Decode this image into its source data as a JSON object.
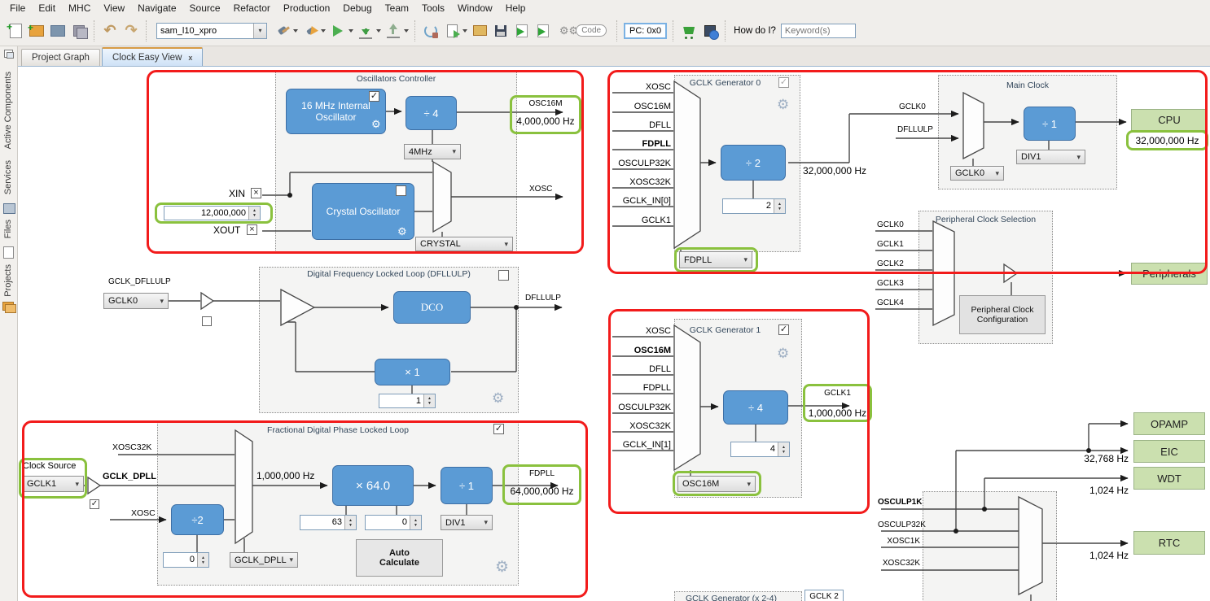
{
  "menu": [
    "File",
    "Edit",
    "MHC",
    "View",
    "Navigate",
    "Source",
    "Refactor",
    "Production",
    "Debug",
    "Team",
    "Tools",
    "Window",
    "Help"
  ],
  "toolbar": {
    "project_select": "sam_l10_xpro",
    "code_badge": "Code",
    "pc_label": "PC: 0x0",
    "how_do_i": "How do I?",
    "keyword_placeholder": "Keyword(s)"
  },
  "sidebar": [
    "Active Components",
    "Services",
    "Files",
    "Projects"
  ],
  "tabs": [
    "Project Graph",
    "Clock Easy View"
  ],
  "osc": {
    "title": "Oscillators Controller",
    "internal_osc": "16 MHz Internal Oscillator",
    "div4": "÷ 4",
    "freq_dd": "4MHz",
    "out_name": "OSC16M",
    "out_freq": "4,000,000 Hz",
    "xin": "XIN",
    "xout": "XOUT",
    "xin_freq": "12,000,000",
    "crystal": "Crystal Oscillator",
    "mode_dd": "CRYSTAL",
    "xosc_out": "XOSC"
  },
  "dfllulp": {
    "ref_label": "GCLK_DFLLULP",
    "ref_dd": "GCLK0",
    "title": "Digital Frequency Locked Loop (DFLLULP)",
    "dco": "DCO",
    "mult": "× 1",
    "mult_val": "1",
    "out": "DFLLULP"
  },
  "fdpll": {
    "title": "Fractional Digital Phase Locked Loop",
    "clock_source": "Clock Source",
    "clock_source_dd": "GCLK1",
    "gclk_dpll": "GCLK_DPLL",
    "in_xosc32k": "XOSC32K",
    "in_xosc": "XOSC",
    "div2": "÷2",
    "div2_val": "0",
    "ref_dd": "GCLK_DPLL",
    "ref_freq": "1,000,000 Hz",
    "mult": "× 64.0",
    "mult_int": "63",
    "mult_frac": "0",
    "outdiv": "÷ 1",
    "outdiv_dd": "DIV1",
    "auto_btn": "Auto Calculate",
    "out_name": "FDPLL",
    "out_freq": "64,000,000 Hz"
  },
  "gclk0": {
    "title": "GCLK Generator 0",
    "inputs": [
      "XOSC",
      "OSC16M",
      "DFLL",
      "FDPLL",
      "OSCULP32K",
      "XOSC32K",
      "GCLK_IN[0]",
      "GCLK1"
    ],
    "div": "÷ 2",
    "div_val": "2",
    "src_dd": "FDPLL",
    "out_freq": "32,000,000 Hz",
    "out_label": "GCLK0",
    "dfllulp_label": "DFLLULP"
  },
  "mainclk": {
    "title": "Main Clock",
    "src_dd": "GCLK0",
    "div": "÷ 1",
    "div_dd": "DIV1",
    "cpu": "CPU",
    "cpu_freq": "32,000,000 Hz"
  },
  "periph": {
    "title": "Peripheral Clock Selection",
    "inputs": [
      "GCLK0",
      "GCLK1",
      "GCLK2",
      "GCLK3",
      "GCLK4"
    ],
    "btn": "Peripheral Clock Configuration",
    "out": "Peripherals"
  },
  "gclk1": {
    "title": "GCLK Generator 1",
    "inputs": [
      "XOSC",
      "OSC16M",
      "DFLL",
      "FDPLL",
      "OSCULP32K",
      "XOSC32K",
      "GCLK_IN[1]"
    ],
    "div": "÷ 4",
    "div_val": "4",
    "src_dd": "OSC16M",
    "out_name": "GCLK1",
    "out_freq": "1,000,000 Hz"
  },
  "lowpower": {
    "inputs": [
      "OSCULP1K",
      "OSCULP32K",
      "XOSC1K",
      "XOSC32K"
    ],
    "freq_32768": "32,768 Hz",
    "freq_wdt": "1,024 Hz",
    "freq_rtc": "1,024 Hz",
    "boxes": [
      "OPAMP",
      "EIC",
      "WDT",
      "RTC"
    ]
  },
  "partial": {
    "title": "GCLK Generator (x 2-4)",
    "tab": "GCLK 2"
  },
  "colors": {
    "block_blue": "#5b9bd5",
    "highlight_green": "#8ac13e",
    "output_green": "#cbe0af",
    "frame_red": "#f21b1b"
  }
}
